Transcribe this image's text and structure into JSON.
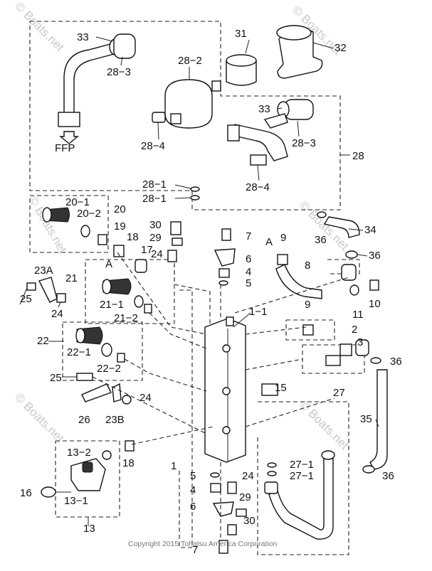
{
  "labels": {
    "p33a": "33",
    "p28_3a": "28−3",
    "p28_2": "28−2",
    "p31": "31",
    "p32": "32",
    "p33b": "33",
    "p28_3b": "28−3",
    "p28_4a": "28−4",
    "p28_4b": "28−4",
    "ffp": "FFP",
    "p28": "28",
    "p28_1a": "28−1",
    "p28_1b": "28−1",
    "p20_1": "20−1",
    "p20_2": "20−2",
    "p20": "20",
    "p19": "19",
    "p18a": "18",
    "p30a": "30",
    "p29a": "29",
    "p24a": "24",
    "p17": "17",
    "p7a": "7",
    "p6a": "6",
    "p4a": "4",
    "p5a": "5",
    "p9a": "9",
    "arrowA1": "A",
    "p36a": "36",
    "p34": "34",
    "p36b": "36",
    "p8": "8",
    "p23a": "23A",
    "p25a": "25",
    "p21": "21",
    "arrowA2": "A",
    "p24b": "24",
    "p21_1": "21−1",
    "p21_2": "21−2",
    "p1_1": "1−1",
    "p11": "11",
    "p10": "10",
    "p9b": "9",
    "p2": "2",
    "p3": "3",
    "p36c": "36",
    "p22": "22",
    "p22_1": "22−1",
    "p22_2": "22−2",
    "p25b": "25",
    "p26": "26",
    "p23b": "23B",
    "p24c": "24",
    "p15": "15",
    "p27": "27",
    "p35": "35",
    "p13_2": "13−2",
    "p18b": "18",
    "p16": "16",
    "p13_1": "13−1",
    "p13": "13",
    "p1": "1",
    "p5b": "5",
    "p24d": "24",
    "p27_1a": "27−1",
    "p27_1b": "27−1",
    "p4b": "4",
    "p29b": "29",
    "p6b": "6",
    "p30b": "30",
    "p7b": "7",
    "p36d": "36"
  },
  "watermark": "© Boats.net",
  "copyright": "Copyright 2015 Tohatsu America Corporation"
}
